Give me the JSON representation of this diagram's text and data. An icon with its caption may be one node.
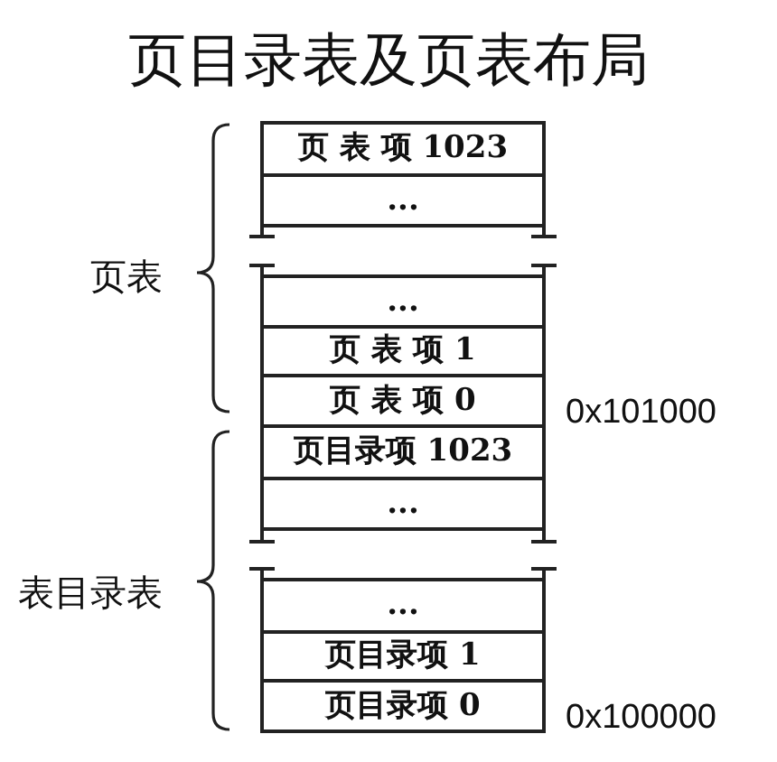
{
  "diagram": {
    "title": "页目录表及页表布局",
    "nodes": [
      {
        "text": [
          "页 表 项 1023"
        ]
      },
      {
        "text": [
          "..."
        ]
      },
      {
        "text": [
          "..."
        ]
      },
      {
        "text": [
          "页 表 项 1"
        ]
      },
      {
        "text": [
          "页 表 项 0"
        ]
      },
      {
        "text": [
          "页目录项 1023"
        ]
      },
      {
        "text": [
          "..."
        ]
      },
      {
        "text": [
          "..."
        ]
      },
      {
        "text": [
          "页目录项 1"
        ]
      },
      {
        "text": [
          "页目录项 0"
        ]
      }
    ],
    "labels": [
      "页表",
      "0x101000",
      "表目录表",
      "0x100000"
    ]
  }
}
